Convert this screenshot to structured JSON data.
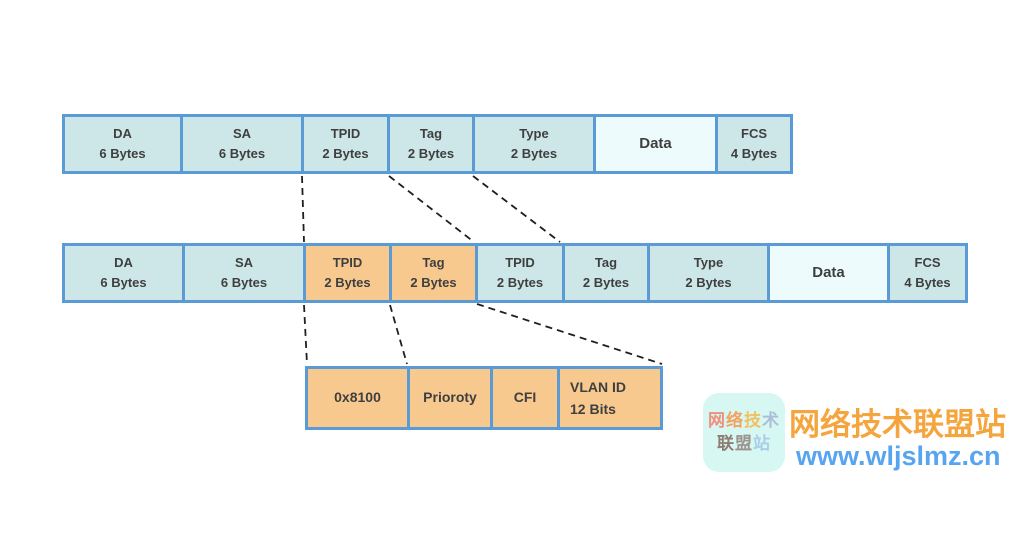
{
  "colors": {
    "border-blue": "#5b9bd5",
    "cell-fill": "#cde7e9",
    "data-fill": "#eefbfd",
    "orange-fill": "#f8c98f",
    "text-dark": "#3f3f3f",
    "dash-color": "#1f1f1f",
    "logo-orange": "#f5a53d",
    "url-blue": "#57a5f0",
    "badge-bg": "#d7f7f2"
  },
  "frames": [
    {
      "cells": [
        [
          "DA",
          "6 Bytes"
        ],
        [
          "SA",
          "6 Bytes"
        ],
        [
          "TPID",
          "2 Bytes"
        ],
        [
          "Tag",
          "2 Bytes"
        ],
        [
          "Type",
          "2 Bytes"
        ],
        [
          "Data"
        ],
        [
          "FCS",
          "4 Bytes"
        ]
      ]
    },
    {
      "cells": [
        [
          "DA",
          "6 Bytes"
        ],
        [
          "SA",
          "6 Bytes"
        ],
        [
          "TPID",
          "2 Bytes"
        ],
        [
          "Tag",
          "2 Bytes"
        ],
        [
          "TPID",
          "2 Bytes"
        ],
        [
          "Tag",
          "2 Bytes"
        ],
        [
          "Type",
          "2 Bytes"
        ],
        [
          "Data"
        ],
        [
          "FCS",
          "4 Bytes"
        ]
      ]
    },
    {
      "cells": [
        [
          "0x8100"
        ],
        [
          "Prioroty"
        ],
        [
          "CFI"
        ],
        [
          "VLAN ID",
          "12 Bits"
        ]
      ]
    }
  ],
  "logo": {
    "badge_chars": [
      {
        "ch": "网",
        "color": "#ef8f7d"
      },
      {
        "ch": "络",
        "color": "#f2a35f"
      },
      {
        "ch": "技",
        "color": "#f3c05f"
      },
      {
        "ch": "术",
        "color": "#a9c0d8"
      },
      {
        "ch": "联",
        "color": "#8f7d72"
      },
      {
        "ch": "盟",
        "color": "#9a948c"
      },
      {
        "ch": "站",
        "color": "#a9cfe8"
      }
    ],
    "title": "网络技术联盟站",
    "url": "www.wljslmz.cn"
  }
}
